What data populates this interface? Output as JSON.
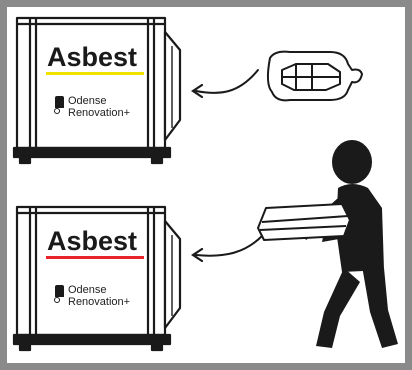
{
  "containers": [
    {
      "title": "Asbest",
      "underline_color": "#f2e200",
      "brand_line1": "Odense",
      "brand_line2": "Renovation+"
    },
    {
      "title": "Asbest",
      "underline_color": "#e8232a",
      "brand_line1": "Odense",
      "brand_line2": "Renovation+"
    }
  ],
  "colors": {
    "frame": "#8a8a8a",
    "ink": "#1a1a1a"
  },
  "icons": [
    "small-asbestos-item-icon",
    "person-carrying-sheets-icon",
    "curved-arrow-icon"
  ]
}
